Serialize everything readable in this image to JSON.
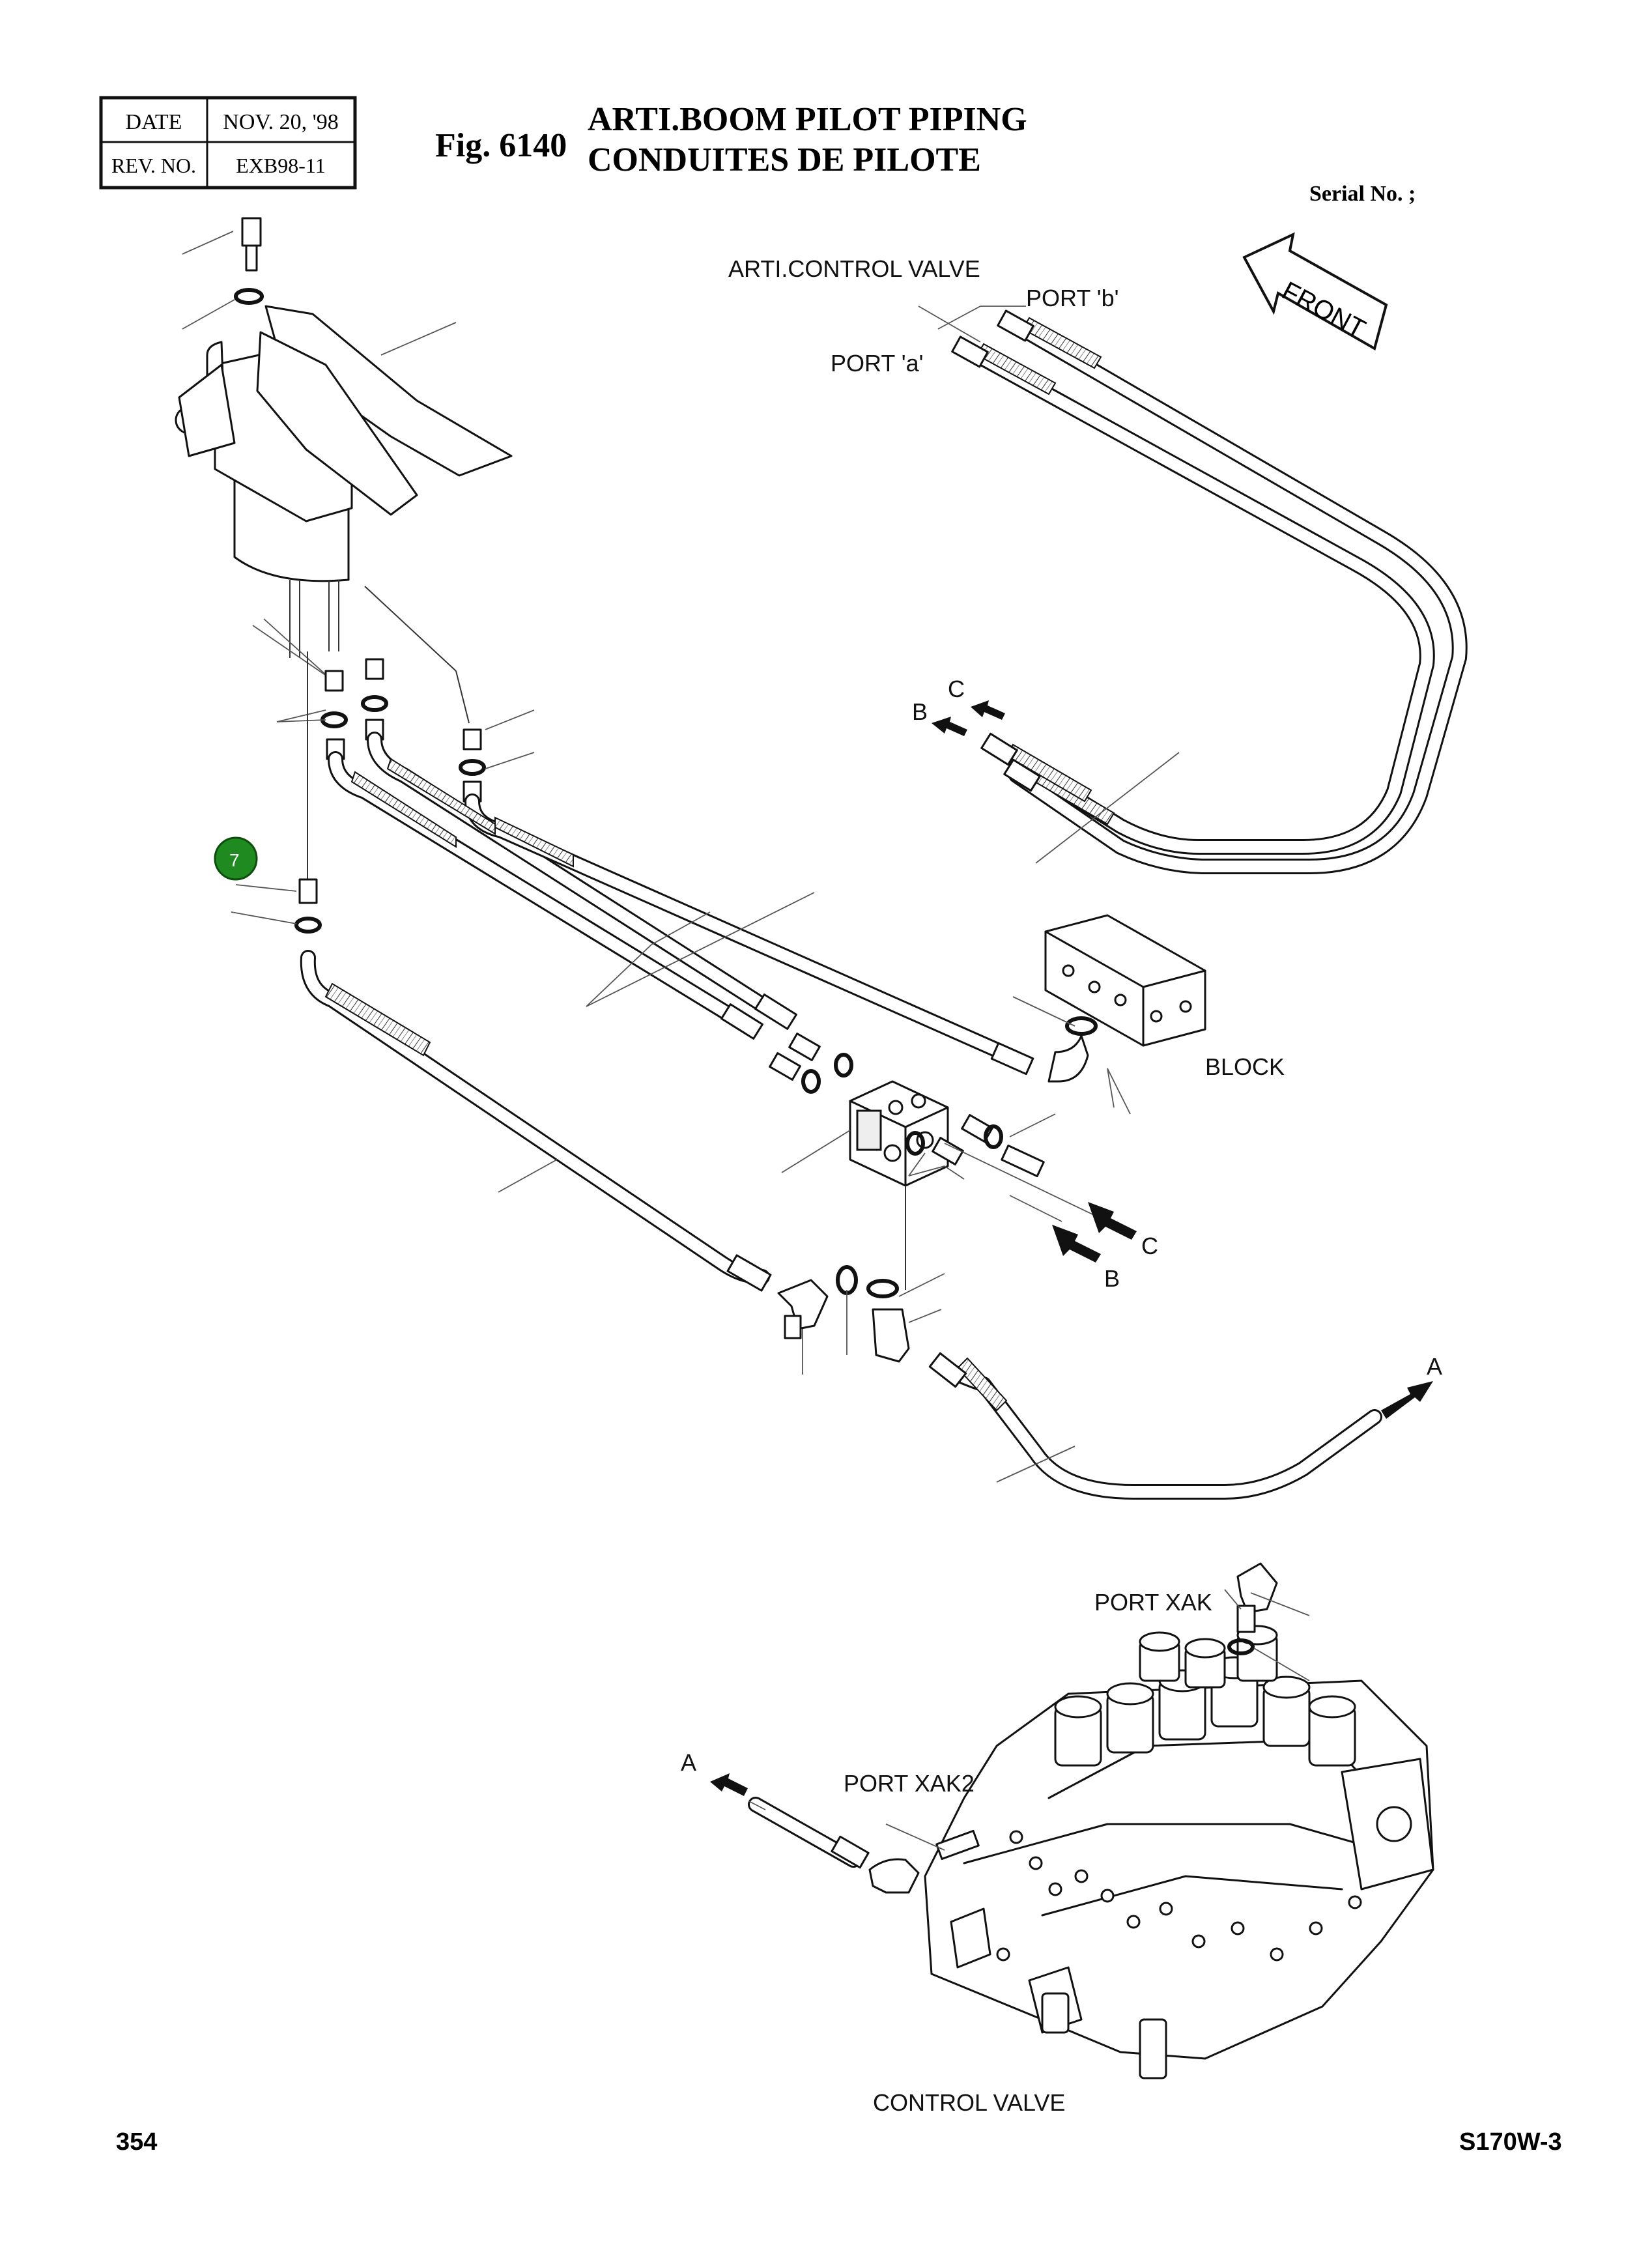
{
  "header": {
    "date_label": "DATE",
    "date_value": "NOV. 20, '98",
    "rev_label": "REV. NO.",
    "rev_value": "EXB98-11",
    "fig_number": "Fig. 6140",
    "title_en": "ARTI.BOOM PILOT PIPING",
    "title_fr": "CONDUITES DE PILOTE",
    "serial": "Serial No. ;"
  },
  "labels": {
    "arti_control_valve": "ARTI.CONTROL VALVE",
    "port_b": "PORT 'b'",
    "port_a": "PORT 'a'",
    "front": "FRONT",
    "block": "BLOCK",
    "arrow_b1": "B",
    "arrow_c1": "C",
    "arrow_b2": "B",
    "arrow_c2": "C",
    "arrow_a1": "A",
    "arrow_a2": "A",
    "port_xak": "PORT XAK",
    "port_xak2": "PORT XAK2",
    "control_valve": "CONTROL VALVE"
  },
  "callout": {
    "number": "7",
    "color": "#1f8a1f"
  },
  "footer": {
    "page": "354",
    "model": "S170W-3"
  }
}
